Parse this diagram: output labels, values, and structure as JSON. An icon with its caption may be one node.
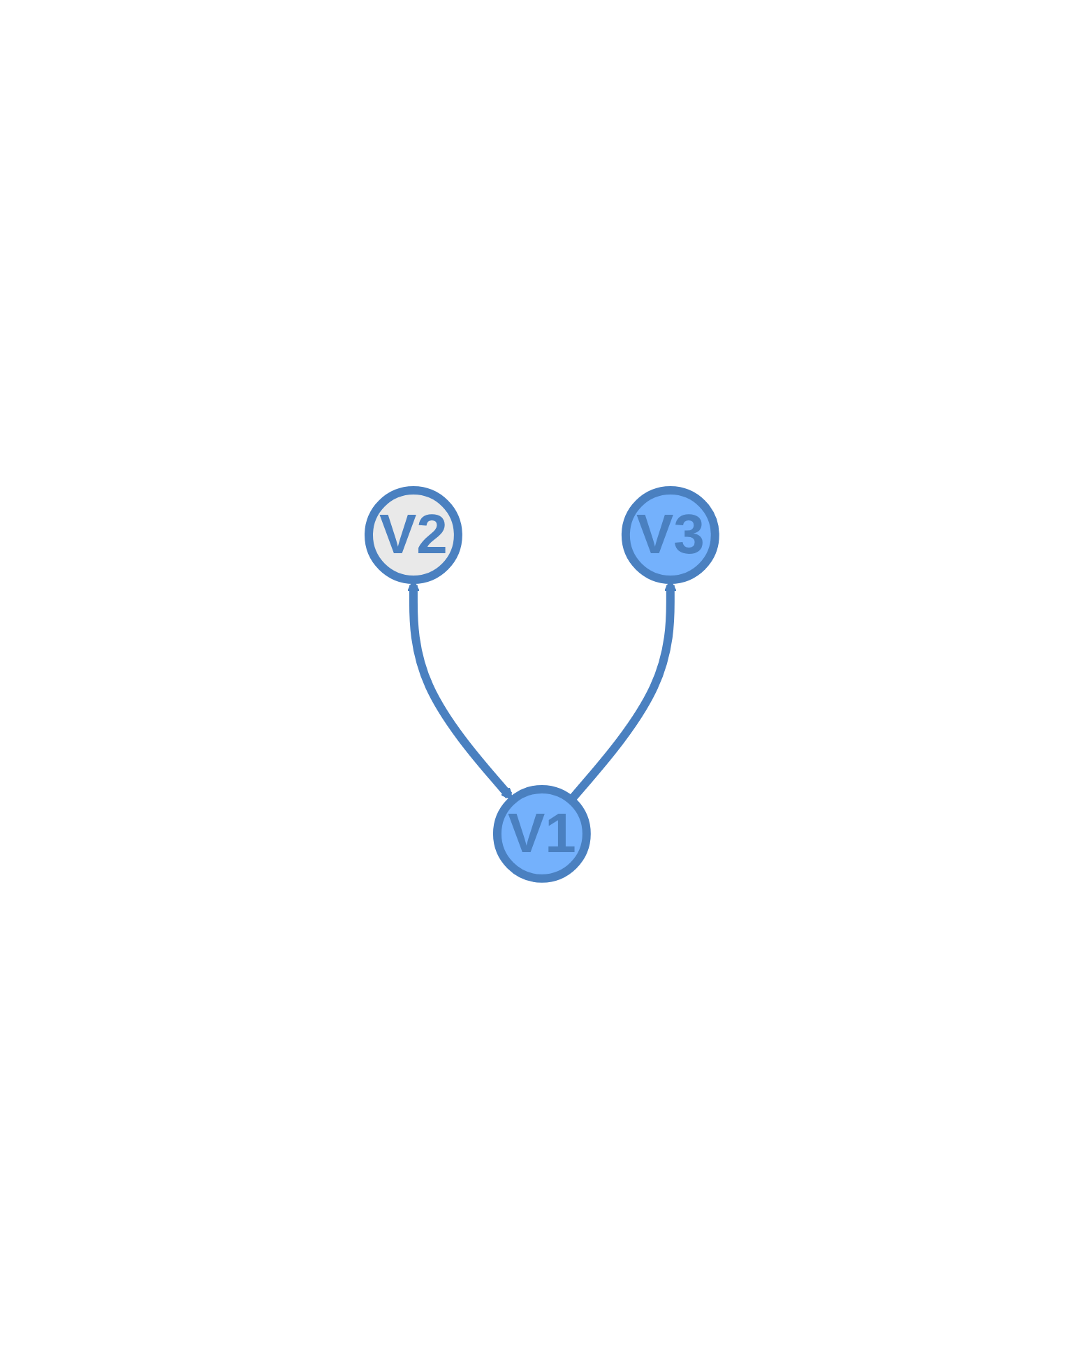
{
  "diagram": {
    "nodes": [
      {
        "text": [
          "V2"
        ]
      },
      {
        "text": [
          "V3"
        ]
      },
      {
        "text": [
          "V1"
        ]
      }
    ],
    "edges": [
      {
        "from": 0,
        "to": 2,
        "arrow": "both"
      },
      {
        "from": 2,
        "to": 1,
        "arrow": "to"
      }
    ]
  }
}
